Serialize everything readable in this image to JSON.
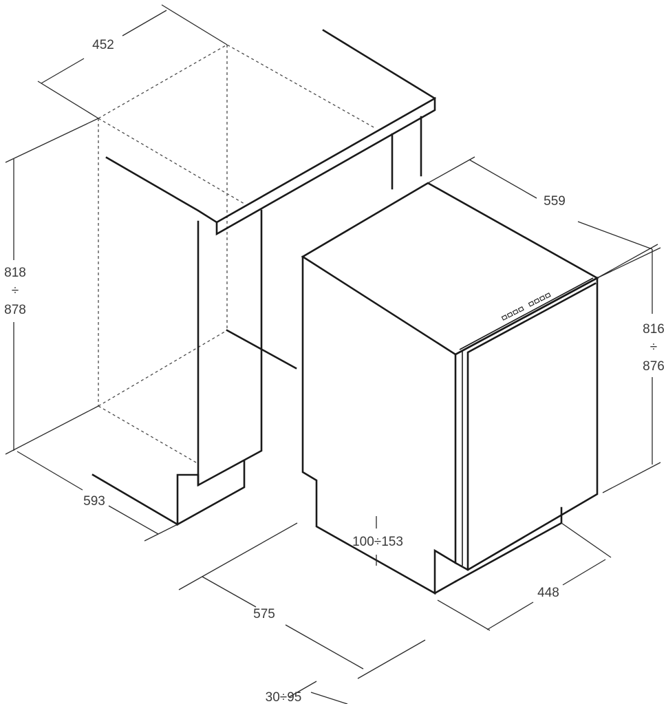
{
  "cabinet_dimensions": {
    "depth_top": "452",
    "height_top": "818",
    "height_divider": "÷",
    "height_bottom": "878",
    "width": "593"
  },
  "appliance_dimensions": {
    "depth": "559",
    "height_top": "816",
    "height_divider": "÷",
    "height_bottom": "876",
    "width": "448",
    "plinth": "100÷153",
    "length": "575",
    "gap": "30÷95"
  }
}
